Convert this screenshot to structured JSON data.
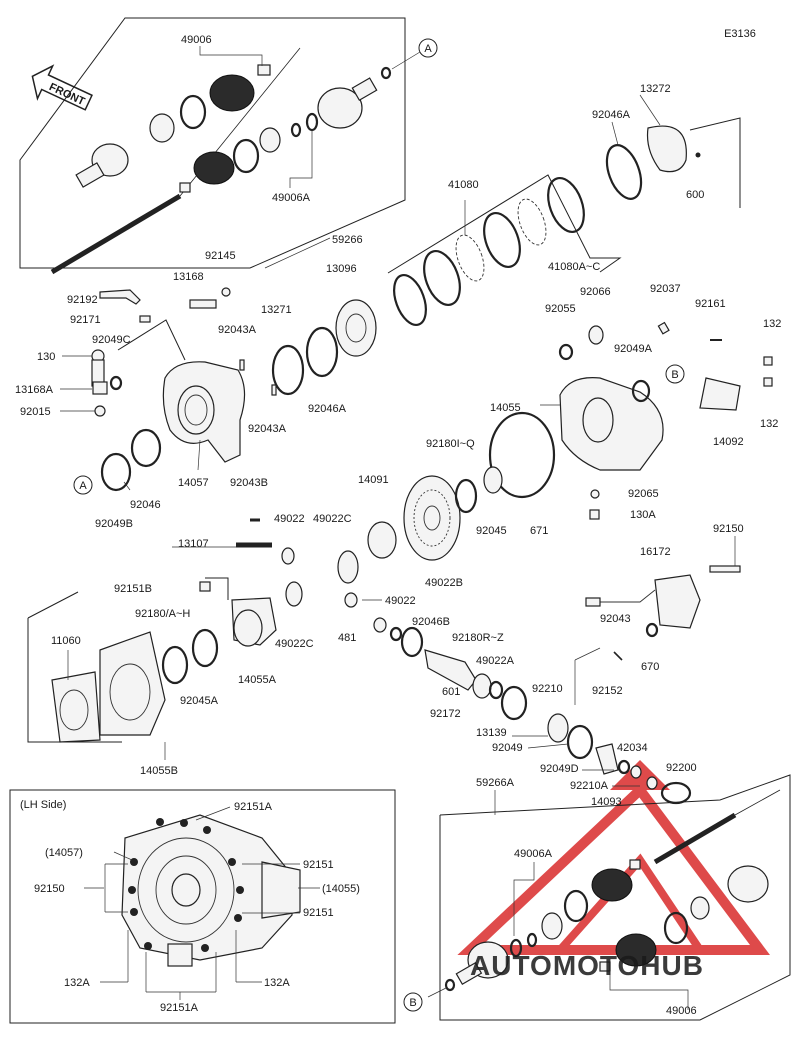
{
  "diagram_code": "E3136",
  "front_label": "FRONT",
  "inset_title": "(LH Side)",
  "watermark_text": "AUTOMOTOHUB",
  "brand_colors": {
    "watermark_red": "#d92b2b",
    "watermark_orange": "#f2a23a",
    "watermark_gray": "#9a9a9a"
  },
  "reference_markers": {
    "A": "A",
    "B": "B"
  },
  "callouts": {
    "c49006_top": "49006",
    "c49006A_top": "49006A",
    "c59266": "59266",
    "c41080": "41080",
    "c41080AC": "41080A~C",
    "c13272": "13272",
    "c92046A_top": "92046A",
    "c600": "600",
    "c92145": "92145",
    "c13168": "13168",
    "c13096": "13096",
    "c13271": "13271",
    "c92192": "92192",
    "c92171": "92171",
    "c92043A_1": "92043A",
    "c130": "130",
    "c92049C": "92049C",
    "c13168A": "13168A",
    "c92015": "92015",
    "c92046A_mid": "92046A",
    "c92043A_2": "92043A",
    "c92066": "92066",
    "c92037": "92037",
    "c92055": "92055",
    "c92161": "92161",
    "c132_1": "132",
    "c92049A": "92049A",
    "c14055": "14055",
    "c132_2": "132",
    "c14092": "14092",
    "c92180IQ": "92180I~Q",
    "c14091": "14091",
    "c14057": "14057",
    "c92049B": "92049B",
    "c92046": "92046",
    "c92043B": "92043B",
    "c92065": "92065",
    "c130A": "130A",
    "c92045": "92045",
    "c671": "671",
    "c49022_1": "49022",
    "c49022C_1": "49022C",
    "c13107": "13107",
    "c49022B": "49022B",
    "c92150_r": "92150",
    "c16172": "16172",
    "c92151B": "92151B",
    "c49022_2": "49022",
    "c92180AH": "92180/A~H",
    "c92046B": "92046B",
    "c11060": "11060",
    "c481": "481",
    "c92180RZ": "92180R~Z",
    "c49022C_2": "49022C",
    "c92043": "92043",
    "c670": "670",
    "c49022A": "49022A",
    "c14055A": "14055A",
    "c92045A": "92045A",
    "c601": "601",
    "c92210": "92210",
    "c92152": "92152",
    "c92172": "92172",
    "c13139": "13139",
    "c14055B": "14055B",
    "c92049": "92049",
    "c42034": "42034",
    "c92049D": "92049D",
    "c92200": "92200",
    "c59266A": "59266A",
    "c92210A": "92210A",
    "c14093": "14093",
    "c92151A_1": "92151A",
    "c14057_p": "(14057)",
    "c92151_1": "92151",
    "c92150_l": "92150",
    "c14055_p": "(14055)",
    "c92151_2": "92151",
    "c49006A_bot": "49006A",
    "c132A_1": "132A",
    "c132A_2": "132A",
    "c92151A_2": "92151A",
    "c49006_bot": "49006"
  }
}
